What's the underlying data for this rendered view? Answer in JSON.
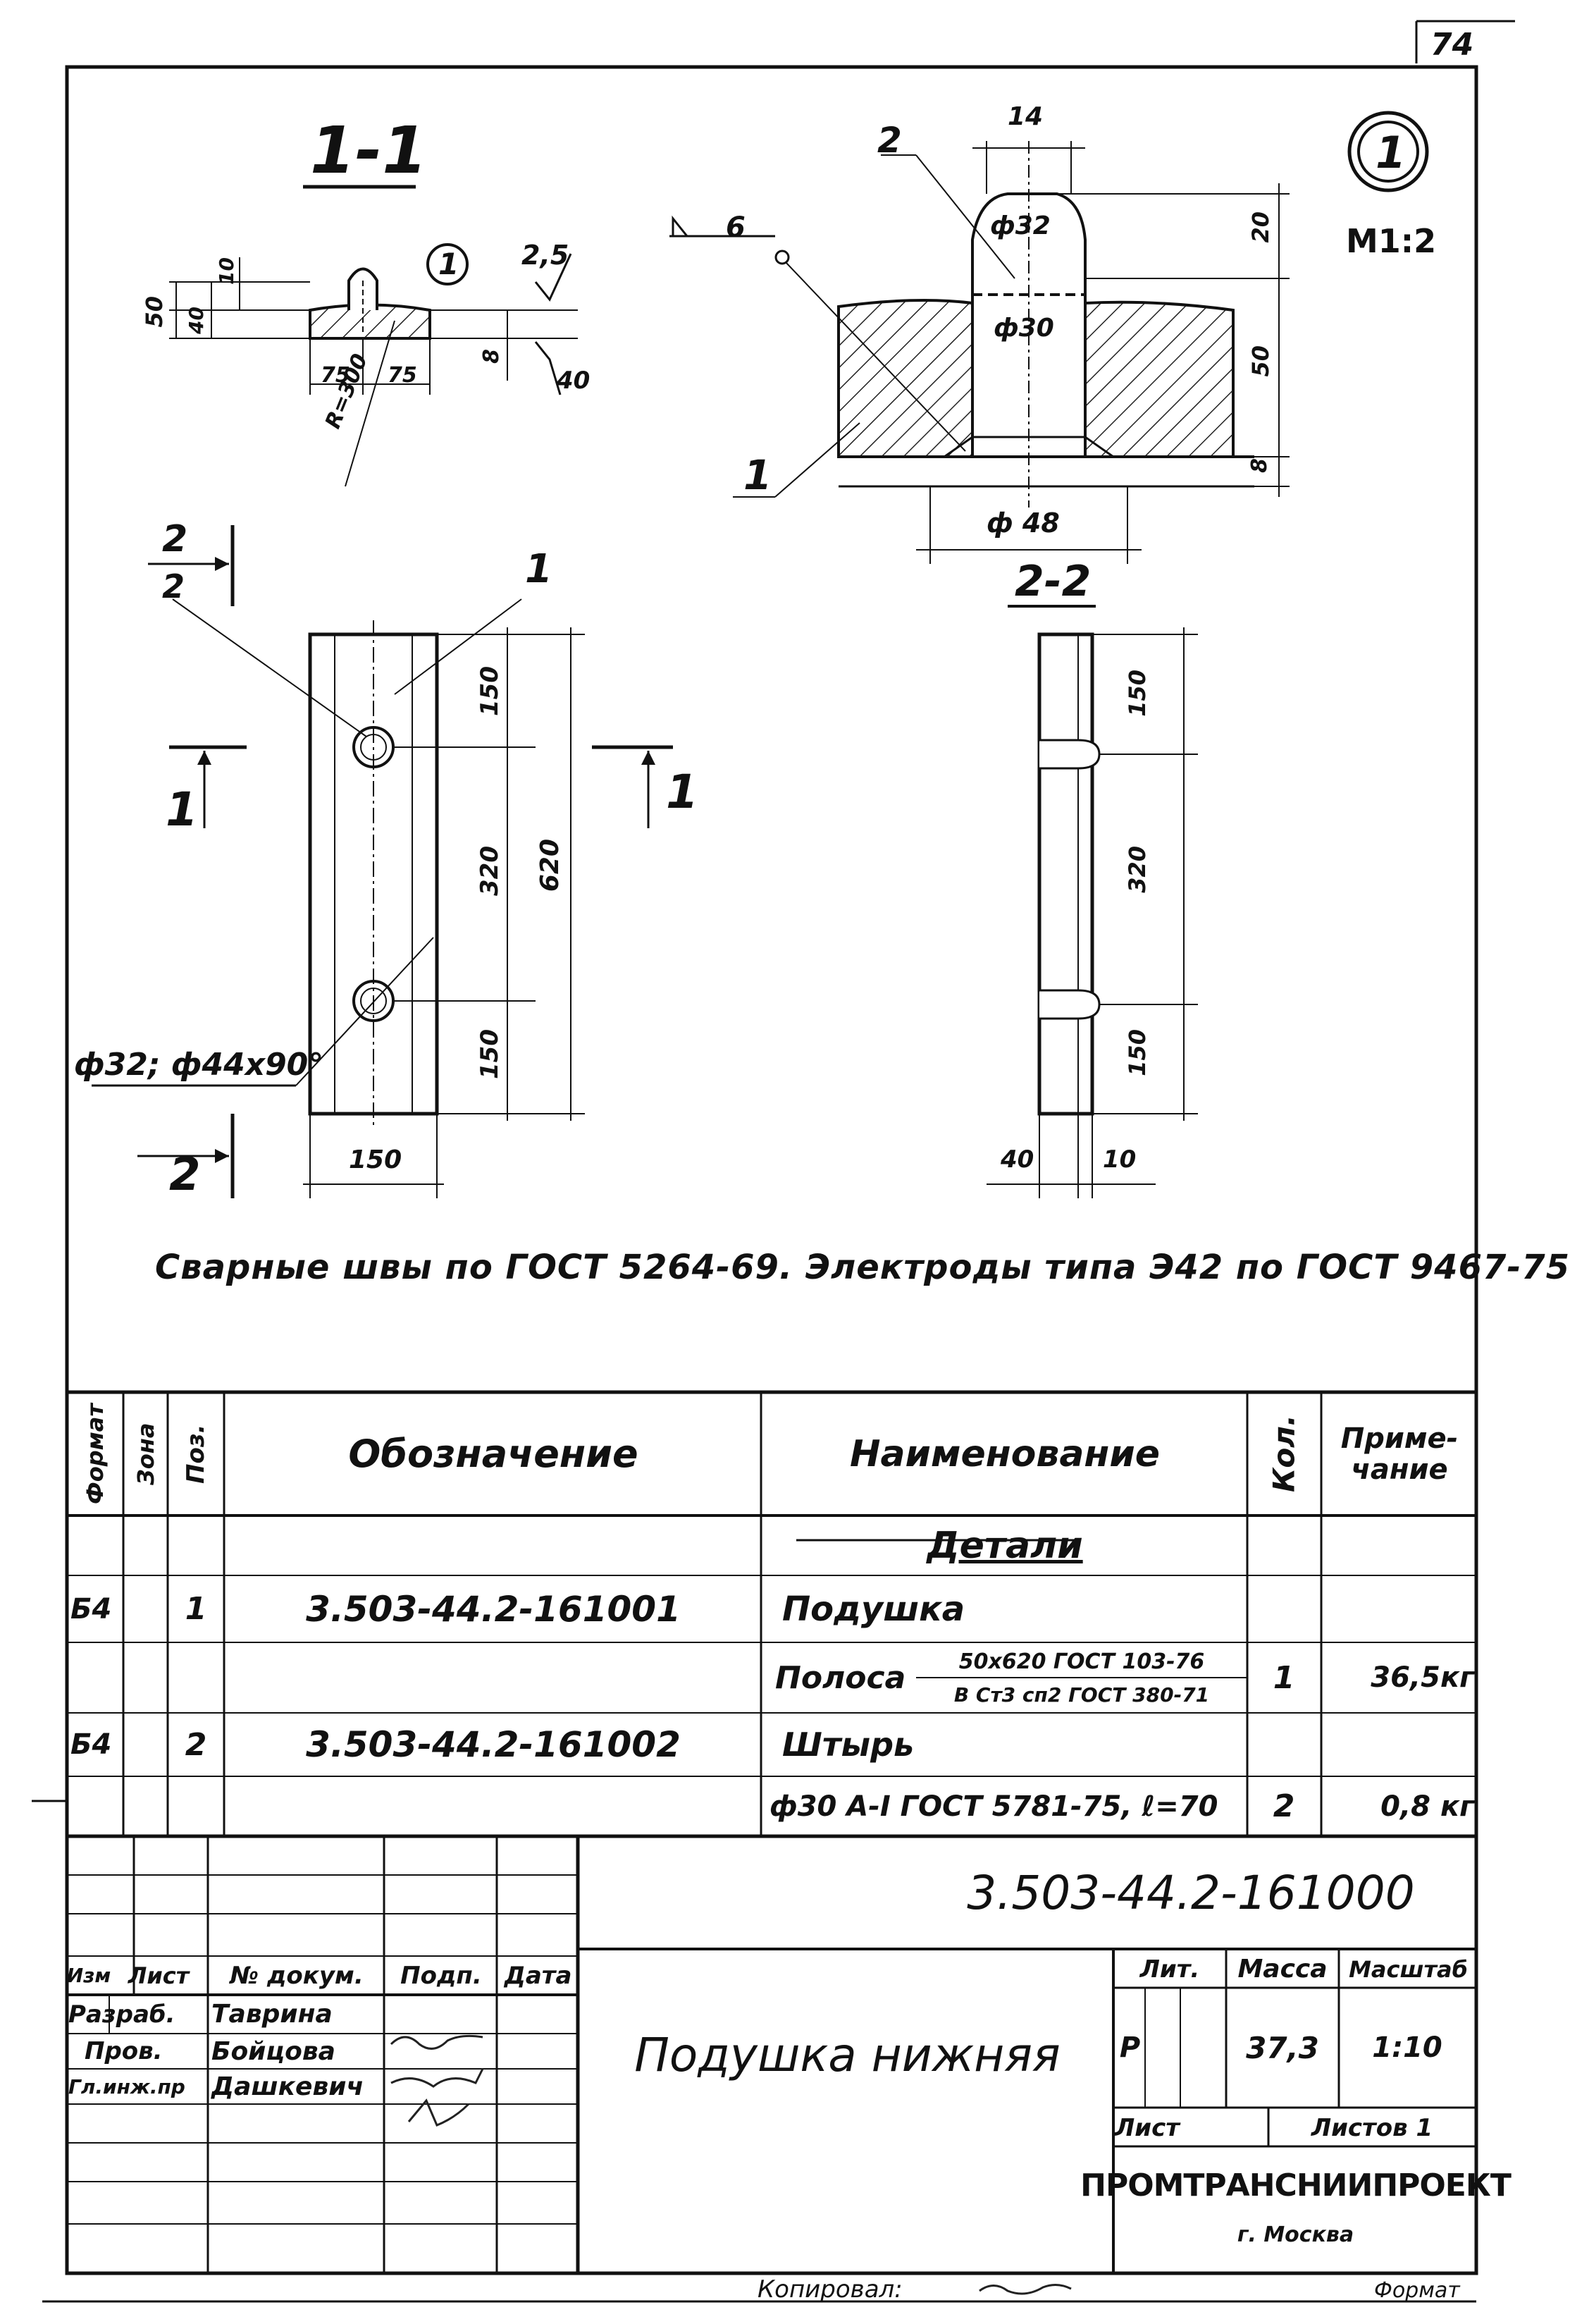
{
  "sheet": {
    "page_number": "74",
    "node_marker": "1",
    "scale": "М1:2"
  },
  "section_1_1": {
    "title": "1-1",
    "marker": "1",
    "dims": {
      "h50": "50",
      "h40": "40",
      "h10": "10",
      "w75a": "75",
      "w75b": "75",
      "h8": "8",
      "r300": "R=300"
    },
    "roughness_a": "2,5",
    "roughness_b": "40"
  },
  "node_detail": {
    "weld": "6",
    "dims": {
      "w14": "14",
      "d32": "ф32",
      "d30": "ф30",
      "d48": "ф 48",
      "h20": "20",
      "h50": "50",
      "h8": "8"
    },
    "callout_1": "1",
    "callout_2": "2"
  },
  "plan_view": {
    "section_mark_top": "2",
    "section_mark_bottom": "2",
    "callout": "1",
    "cut_1_left": "1",
    "cut_1_right": "1",
    "dims": {
      "d150a": "150",
      "d320": "320",
      "d150b": "150",
      "d620": "620",
      "w150": "150"
    },
    "hole_note": "ф32; ф44х90°"
  },
  "section_2_2": {
    "title": "2-2",
    "dims": {
      "d150a": "150",
      "d320": "320",
      "d150b": "150",
      "w40": "40",
      "w10": "10"
    }
  },
  "welding_note": "Сварные швы по ГОСТ 5264-69. Электроды типа Э42 по ГОСТ 9467-75",
  "spec_table": {
    "headers": {
      "format": "Формат",
      "zone": "Зона",
      "pos": "Поз.",
      "designation": "Обозначение",
      "name": "Наименование",
      "qty": "Кол.",
      "note": "Приме-\nчание"
    },
    "section_title": "Детали",
    "rows": [
      {
        "format": "Б4",
        "pos": "1",
        "designation": "3.503-44.2-161001",
        "name": "Подушка",
        "qty": "",
        "note": ""
      },
      {
        "format": "",
        "pos": "",
        "designation": "",
        "name": "Полоса",
        "material_top": "50х620 ГОСТ 103-76",
        "material_bottom": "В Ст3 сп2 ГОСТ 380-71",
        "qty": "1",
        "note": "36,5кг"
      },
      {
        "format": "Б4",
        "pos": "2",
        "designation": "3.503-44.2-161002",
        "name": "Штырь",
        "qty": "",
        "note": ""
      },
      {
        "format": "",
        "pos": "",
        "designation": "",
        "name": "ф30 А-I ГОСТ 5781-75, ℓ=70",
        "qty": "2",
        "note": "0,8 кг"
      }
    ]
  },
  "title_block": {
    "document_code": "3.503-44.2-161000",
    "title": "Подушка нижняя",
    "col_headers": {
      "izm": "Изм",
      "list": "Лист",
      "doc": "№ докум.",
      "sign": "Подп.",
      "date": "Дата"
    },
    "roles": [
      {
        "role": "Разраб.",
        "name": "Таврина"
      },
      {
        "role": "Пров.",
        "name": "Бойцова"
      },
      {
        "role": "Гл.инж.пр",
        "name": "Дашкевич"
      }
    ],
    "lit_label": "Лит.",
    "mass_label": "Масса",
    "scale_label": "Масштаб",
    "lit_value": "Р",
    "mass_value": "37,3",
    "scale_value": "1:10",
    "sheet_label": "Лист",
    "sheets_label": "Листов 1",
    "org": "ПРОМТРАНСНИИПРОЕКТ",
    "city": "г. Москва"
  },
  "footer": {
    "copied": "Копировал:",
    "format": "Формат"
  }
}
